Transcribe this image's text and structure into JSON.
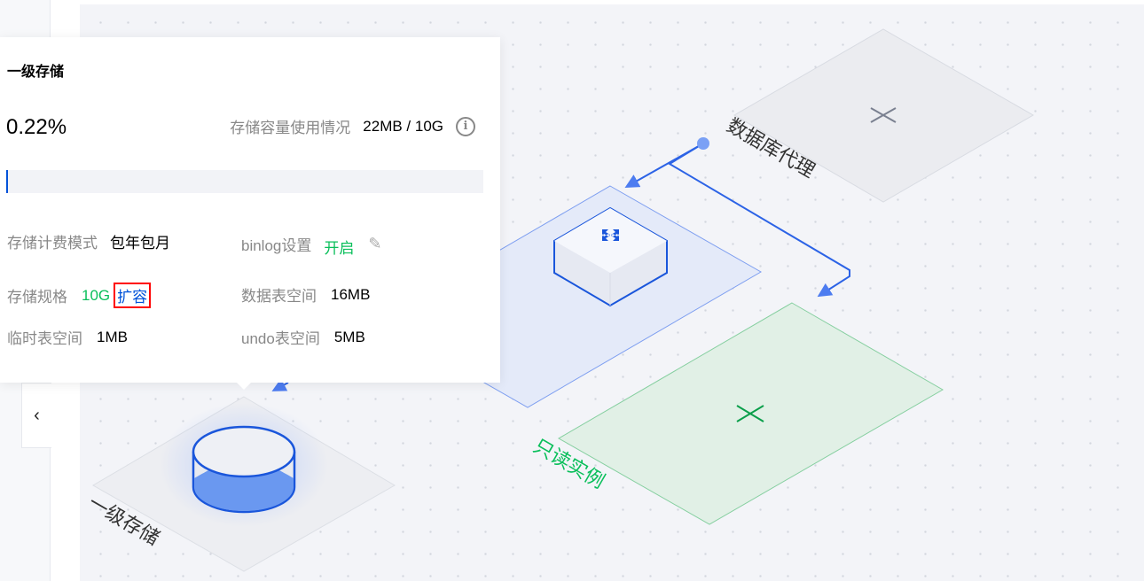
{
  "popover": {
    "title": "一级存储",
    "usage_percent_label": "0.22%",
    "usage_fraction": 0.0022,
    "usage_label": "存储容量使用情况",
    "usage_value": "22MB / 10G",
    "billing_label": "存储计费模式",
    "billing_value": "包年包月",
    "binlog_label": "binlog设置",
    "binlog_value": "开启",
    "spec_label": "存储规格",
    "spec_value": "10G",
    "expand_link": "扩容",
    "data_space_label": "数据表空间",
    "data_space_value": "16MB",
    "temp_space_label": "临时表空间",
    "temp_space_value": "1MB",
    "undo_space_label": "undo表空间",
    "undo_space_value": "5MB"
  },
  "diagram": {
    "proxy_label": "数据库代理",
    "readonly_label": "只读实例",
    "storage_label": "一级存储"
  },
  "colors": {
    "accent": "#0052d9",
    "green": "#0abf5b"
  }
}
